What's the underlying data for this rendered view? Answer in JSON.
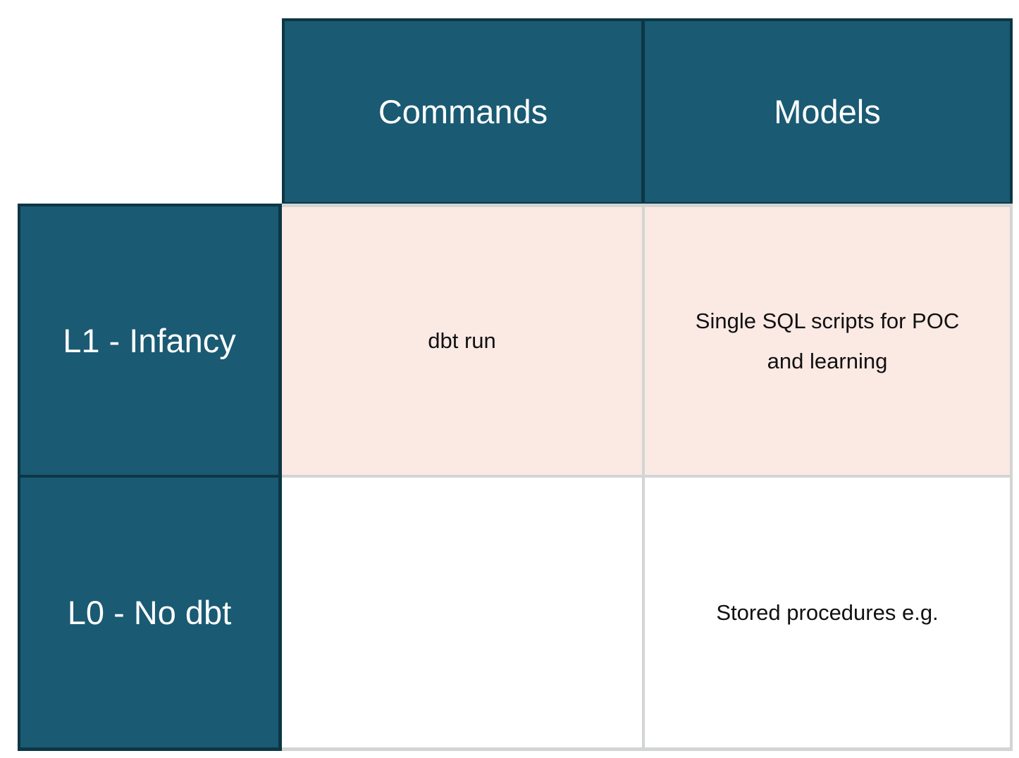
{
  "colors": {
    "header_teal": "#1a5a73",
    "teal_border": "#0d3645",
    "highlight_pink": "#fbe9e4",
    "gridline_gray": "#d2d5d4",
    "text_light": "#ffffff",
    "text_dark": "#111111"
  },
  "table": {
    "column_headers": [
      {
        "label": "Commands"
      },
      {
        "label": "Models"
      }
    ],
    "rows": [
      {
        "header": "L1 - Infancy",
        "cells": [
          {
            "text": "dbt run",
            "highlighted": true
          },
          {
            "text": "Single SQL scripts for POC and learning",
            "highlighted": true
          }
        ]
      },
      {
        "header": "L0 - No dbt",
        "cells": [
          {
            "text": "",
            "highlighted": false
          },
          {
            "text": "Stored procedures e.g.",
            "highlighted": false
          }
        ]
      }
    ]
  },
  "chart_data": {
    "type": "table",
    "columns": [
      "",
      "Commands",
      "Models"
    ],
    "rows": [
      [
        "L1 - Infancy",
        "dbt run",
        "Single SQL scripts for POC and learning"
      ],
      [
        "L0 - No dbt",
        "",
        "Stored procedures e.g."
      ]
    ],
    "title": "",
    "notes_on_style": "header row and row-header column dark teal with white text; L1 row content cells highlighted light pink; L0 row content cells white"
  }
}
